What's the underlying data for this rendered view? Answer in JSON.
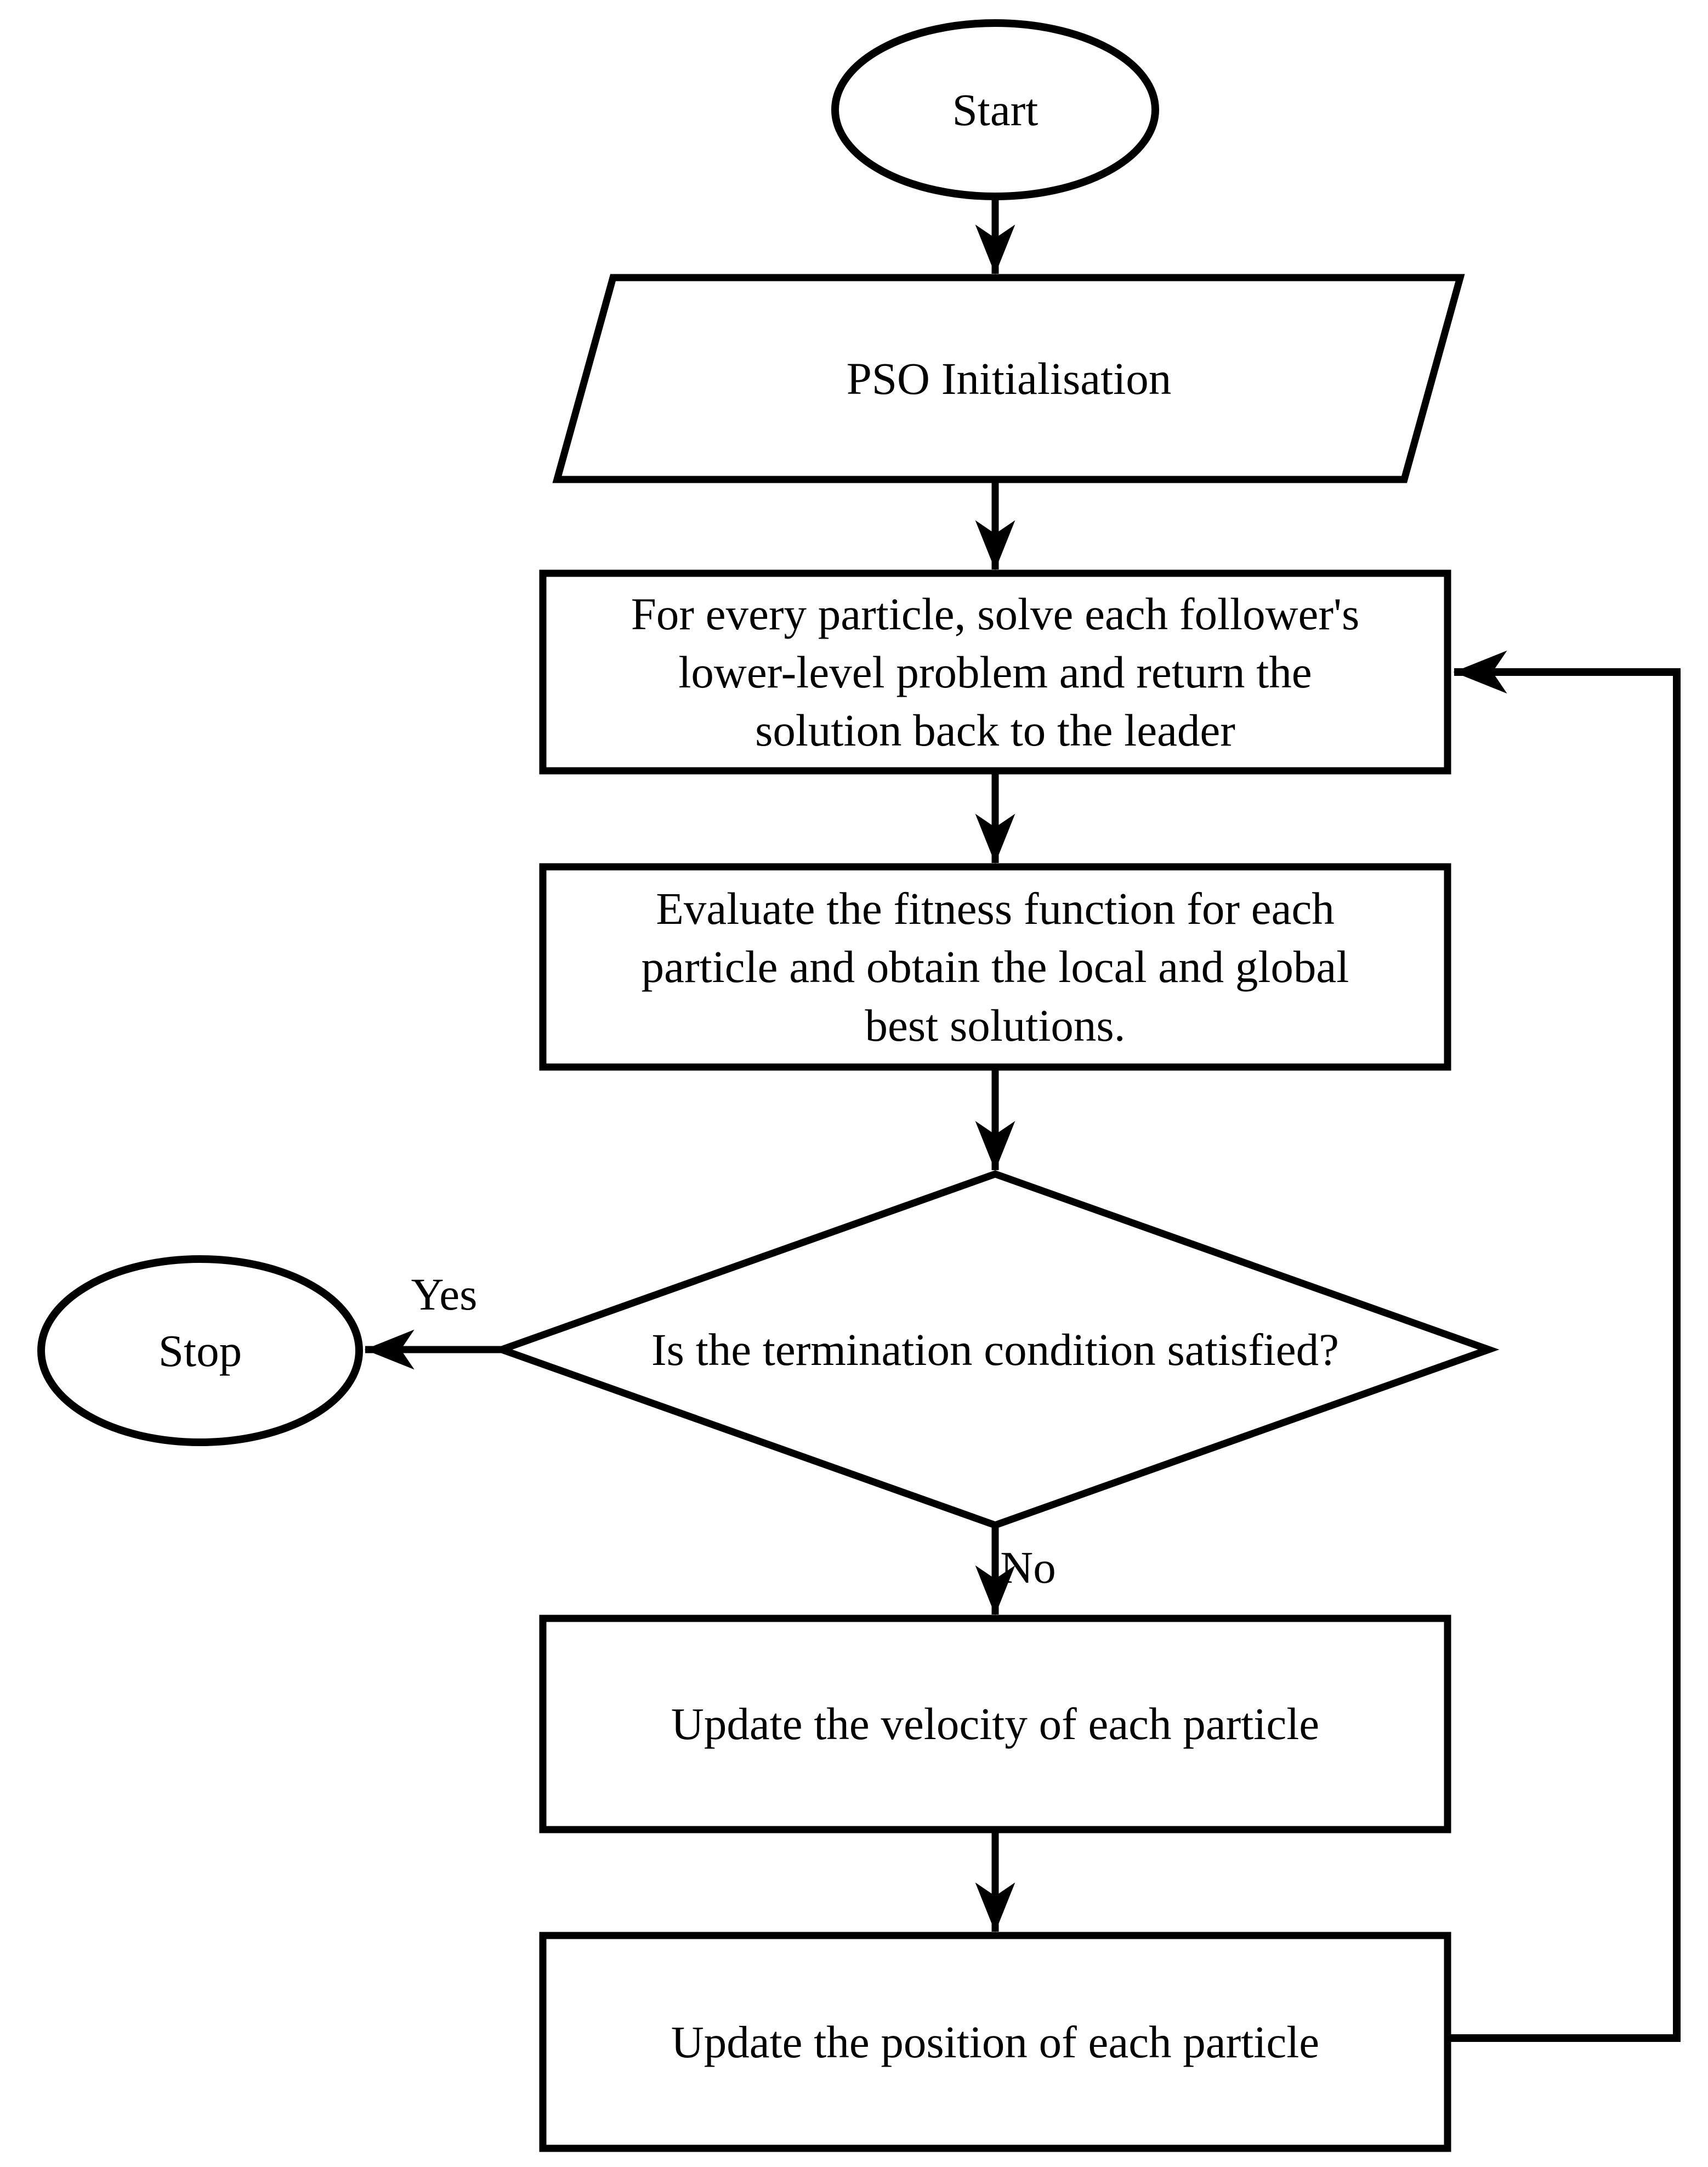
{
  "diagram": {
    "type": "flowchart",
    "background_color": "#ffffff",
    "stroke_color": "#000000",
    "text_color": "#000000"
  },
  "nodes": {
    "start": {
      "shape": "ellipse",
      "label": "Start"
    },
    "init": {
      "shape": "parallelogram",
      "label": "PSO Initialisation"
    },
    "solve": {
      "shape": "rectangle",
      "label": "For every particle, solve each follower's\nlower-level problem and return the\nsolution back to the leader"
    },
    "evaluate": {
      "shape": "rectangle",
      "label": "Evaluate the fitness function for each\nparticle and obtain the local and global\nbest solutions."
    },
    "decision": {
      "shape": "diamond",
      "label": "Is the termination condition satisfied?"
    },
    "stop": {
      "shape": "ellipse",
      "label": "Stop"
    },
    "velocity": {
      "shape": "rectangle",
      "label": "Update the velocity of each particle"
    },
    "position": {
      "shape": "rectangle",
      "label": "Update the position of each particle"
    }
  },
  "edge_labels": {
    "yes": "Yes",
    "no": "No"
  }
}
